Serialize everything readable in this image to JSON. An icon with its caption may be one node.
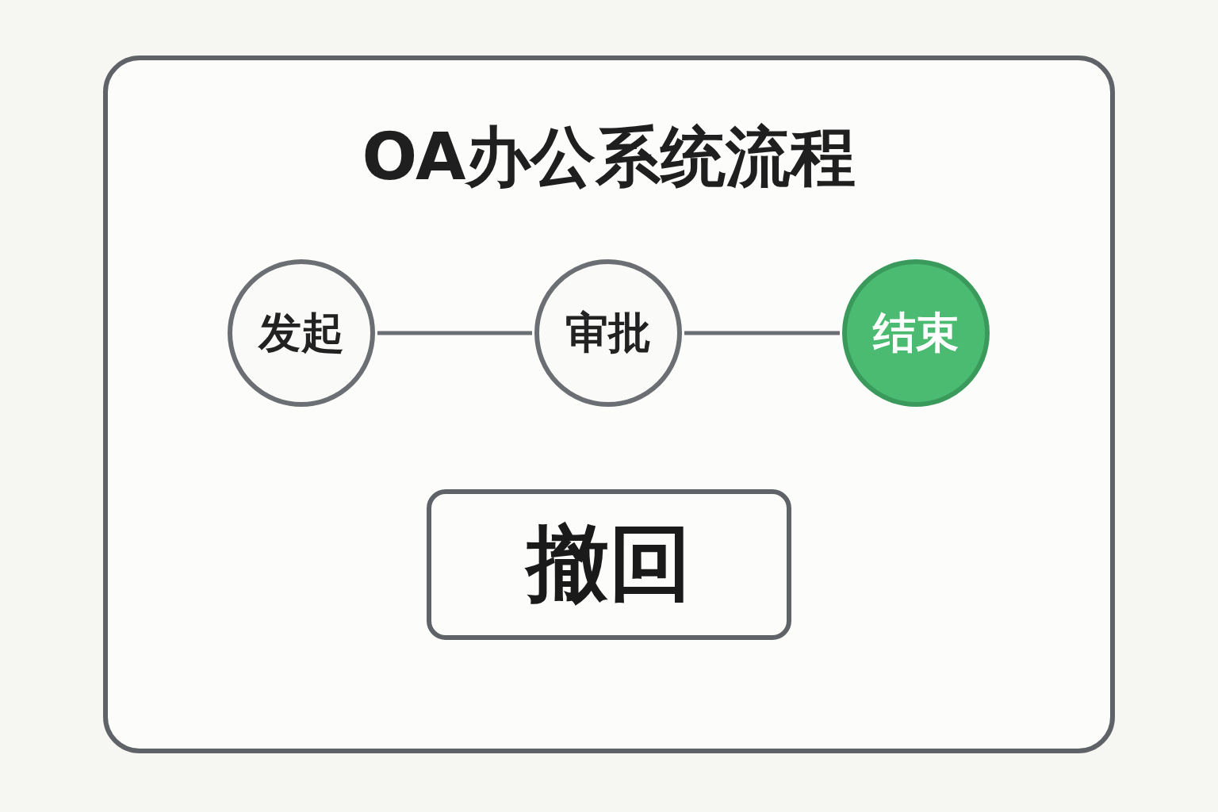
{
  "diagram": {
    "title": "OA办公系统流程",
    "nodes": [
      {
        "text": [
          "发起"
        ]
      },
      {
        "text": [
          "审批"
        ]
      },
      {
        "text": [
          "结束"
        ]
      },
      {
        "text": [
          "撤回"
        ]
      }
    ],
    "edges": [
      {
        "from": 0,
        "to": 1,
        "arrow": "none"
      },
      {
        "from": 1,
        "to": 2,
        "arrow": "none"
      }
    ]
  }
}
